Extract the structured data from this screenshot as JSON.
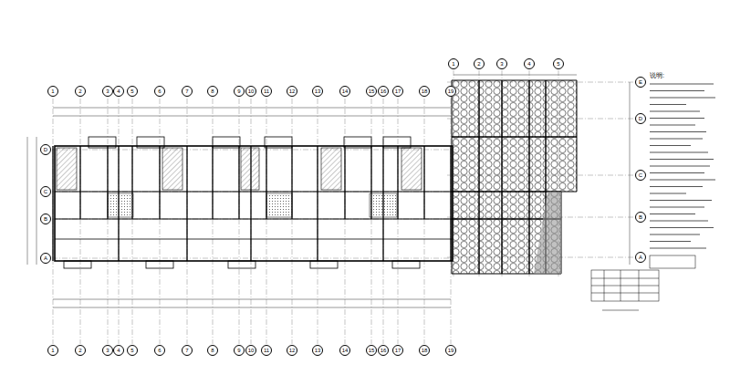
{
  "diagram": {
    "nodes": [
      {
        "text": [
          "1"
        ]
      },
      {
        "text": [
          "2"
        ]
      },
      {
        "text": [
          "3"
        ]
      },
      {
        "text": [
          "4"
        ]
      },
      {
        "text": [
          "5"
        ]
      },
      {
        "text": [
          "6"
        ]
      },
      {
        "text": [
          "7"
        ]
      },
      {
        "text": [
          "8"
        ]
      },
      {
        "text": [
          "9"
        ]
      },
      {
        "text": [
          "10"
        ]
      },
      {
        "text": [
          "11"
        ]
      },
      {
        "text": [
          "12"
        ]
      },
      {
        "text": [
          "13"
        ]
      },
      {
        "text": [
          "14"
        ]
      },
      {
        "text": [
          "15"
        ]
      },
      {
        "text": [
          "16"
        ]
      },
      {
        "text": [
          "17"
        ]
      },
      {
        "text": [
          "18"
        ]
      },
      {
        "text": [
          "19"
        ]
      },
      {
        "text": [
          "1"
        ]
      },
      {
        "text": [
          "2"
        ]
      },
      {
        "text": [
          "3"
        ]
      },
      {
        "text": [
          "4"
        ]
      },
      {
        "text": [
          "5"
        ]
      },
      {
        "text": [
          "E"
        ]
      },
      {
        "text": [
          "D"
        ]
      },
      {
        "text": [
          "C"
        ]
      },
      {
        "text": [
          "B"
        ]
      },
      {
        "text": [
          "A"
        ]
      },
      {
        "text": [
          "D"
        ]
      },
      {
        "text": [
          "C"
        ]
      },
      {
        "text": [
          "B"
        ]
      },
      {
        "text": [
          "A"
        ]
      },
      {
        "text": [
          "1"
        ]
      },
      {
        "text": [
          "2"
        ]
      },
      {
        "text": [
          "3"
        ]
      },
      {
        "text": [
          "4"
        ]
      },
      {
        "text": [
          "5"
        ]
      },
      {
        "text": [
          "6"
        ]
      },
      {
        "text": [
          "7"
        ]
      },
      {
        "text": [
          "8"
        ]
      },
      {
        "text": [
          "9"
        ]
      },
      {
        "text": [
          "10"
        ]
      },
      {
        "text": [
          "11"
        ]
      },
      {
        "text": [
          "12"
        ]
      },
      {
        "text": [
          "13"
        ]
      },
      {
        "text": [
          "14"
        ]
      },
      {
        "text": [
          "15"
        ]
      },
      {
        "text": [
          "16"
        ]
      },
      {
        "text": [
          "17"
        ]
      },
      {
        "text": [
          "18"
        ]
      },
      {
        "text": [
          "19"
        ]
      }
    ],
    "labels": [
      "说明:"
    ]
  }
}
